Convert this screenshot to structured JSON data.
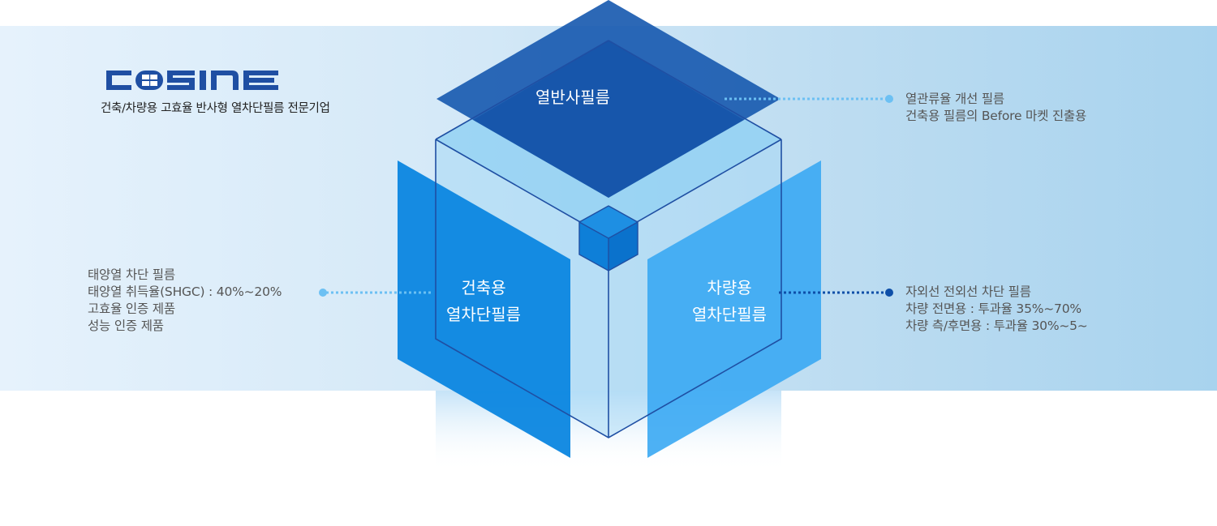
{
  "brand": {
    "logo_text": "COSINE",
    "tagline": "건축/차량용 고효율 반사형 열차단필름 전문기업"
  },
  "cube": {
    "top_label": "열반사필름",
    "left_label": [
      "건축용",
      "열차단필름"
    ],
    "right_label": [
      "차량용",
      "열차단필름"
    ]
  },
  "descriptions": {
    "top_right": [
      "열관류율 개선 필름",
      "건축용 필름의 Before 마켓 진출용"
    ],
    "left": [
      "태양열 차단 필름",
      "태양열 취득율(SHGC) : 40%~20%",
      "고효율 인증 제품",
      "성능 인증 제품"
    ],
    "right": [
      "자외선 전외선 차단 필름",
      "차량 전면용 : 투과율 35%~70%",
      "차량 측/후면용 : 투과율 30%~5~"
    ]
  },
  "colors": {
    "top_panel": "#1a5bb0",
    "left_panel": "#0b86e0",
    "right_panel": "#3aa8f3",
    "cube_edge": "#1f4fa3",
    "connector_light": "#6cc0f3",
    "connector_dark": "#0e4fa8"
  }
}
